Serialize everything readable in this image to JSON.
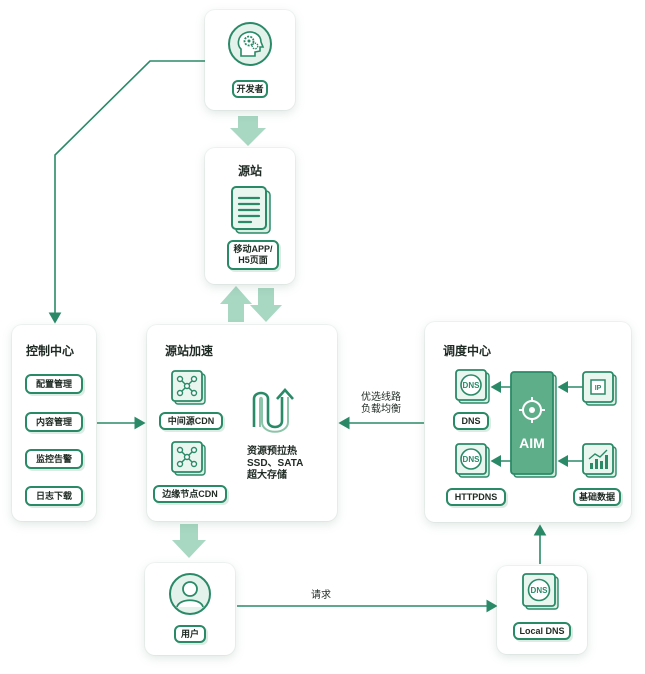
{
  "developer": {
    "label": "开发者"
  },
  "origin": {
    "title": "源站",
    "content_label": "移动APP/\nH5页面"
  },
  "control_center": {
    "title": "控制中心",
    "items": [
      {
        "label": "配置管理"
      },
      {
        "label": "内容管理"
      },
      {
        "label": "监控告警"
      },
      {
        "label": "日志下载"
      }
    ]
  },
  "acceleration": {
    "title": "源站加速",
    "nodes": [
      {
        "label": "中间源CDN"
      },
      {
        "label": "边缘节点CDN"
      }
    ],
    "storage_text": "资源预拉热\nSSD、SATA\n超大存储"
  },
  "scheduling": {
    "title": "调度中心",
    "dns_label": "DNS",
    "httpdns_label": "HTTPDNS",
    "aim_label": "AIM",
    "ip_label": "IP",
    "basic_data_label": "基础数据",
    "dns_icon_text": "DNS"
  },
  "edge_labels": {
    "routing": "优选线路\n负载均衡",
    "request": "请求"
  },
  "user": {
    "label": "用户"
  },
  "local_dns": {
    "label": "Local DNS",
    "icon_text": "DNS"
  },
  "colors": {
    "accent": "#2a8a68",
    "light": "#a8d8c2",
    "tile": "#dbefe5"
  }
}
